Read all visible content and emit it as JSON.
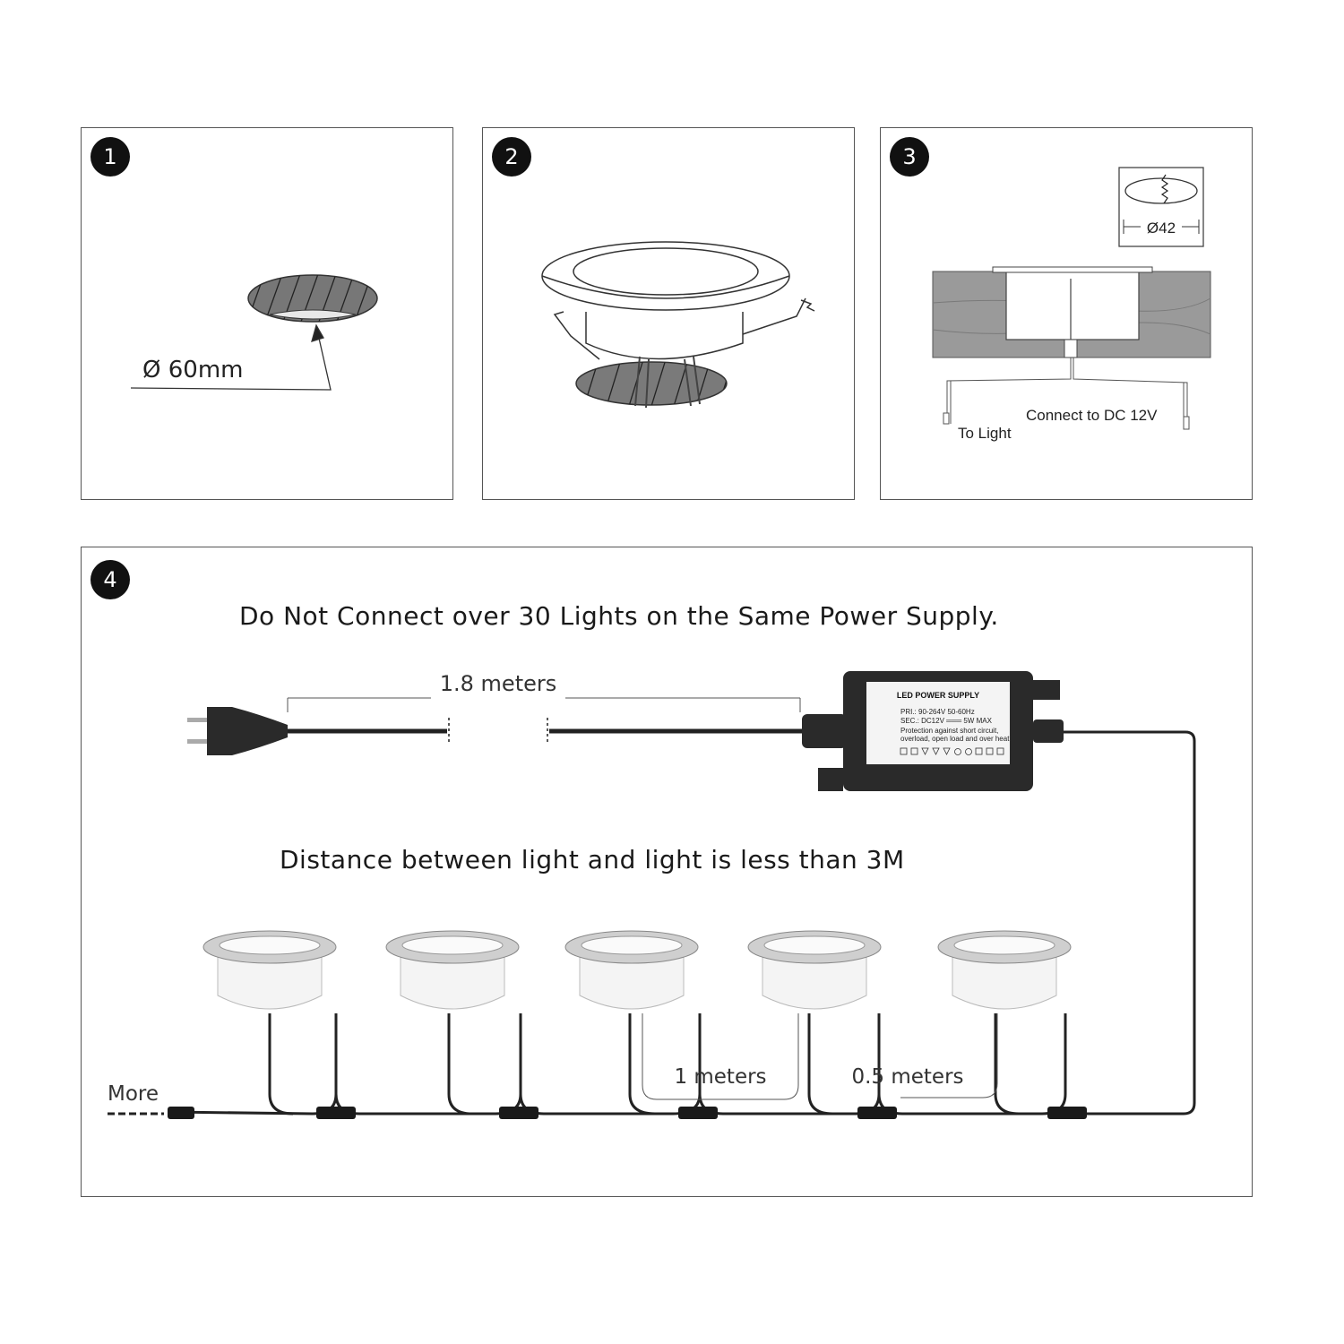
{
  "panels": [
    {
      "number": "1",
      "label": "Ø 60mm"
    },
    {
      "number": "2"
    },
    {
      "number": "3",
      "hole_label": "Ø42",
      "to_light": "To Light",
      "connect": "Connect to DC 12V"
    },
    {
      "number": "4",
      "heading": "Do Not Connect over 30 Lights on the Same Power Supply.",
      "cord_length": "1.8 meters",
      "psu": {
        "title": "LED POWER SUPPLY",
        "pri": "PRI.: 90-264V  50-60Hz",
        "sec": "SEC.: DC12V ═══ 5W MAX",
        "protection_1": "Protection against short circuit,",
        "protection_2": "overload, open load and over heat"
      },
      "distance_note": "Distance between light and light is less than 3M",
      "spacing_1": "1 meters",
      "spacing_2": "0.5 meters",
      "more": "More"
    }
  ],
  "colors": {
    "outline": "#555555",
    "badge": "#111111",
    "cable": "#222222",
    "psu_body": "#2a2a2a"
  }
}
